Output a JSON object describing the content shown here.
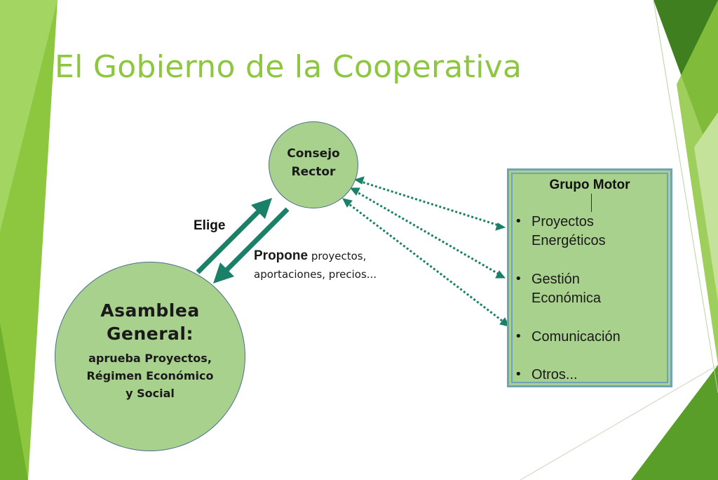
{
  "slide": {
    "title": "El Gobierno de la Cooperativa"
  },
  "diagram": {
    "consejo": {
      "line1": "Consejo",
      "line2": "Rector"
    },
    "asamblea": {
      "head1": "Asamblea",
      "head2": "General:",
      "sub1": "aprueba Proyectos,",
      "sub2": "Régimen Económico",
      "sub3": "y Social"
    },
    "elige_label": "Elige",
    "propone": {
      "bold": "Propone",
      "rest1": " proyectos,",
      "rest2": "aportaciones, precios..."
    },
    "grupo_motor": {
      "title": "Grupo Motor",
      "items": [
        {
          "line1": "Proyectos",
          "line2": "Energéticos"
        },
        {
          "line1": "Gestión",
          "line2": "Económica"
        },
        {
          "line1": "Comunicación"
        },
        {
          "line1": "Otros..."
        }
      ]
    }
  },
  "colors": {
    "title_green": "#8dc63f",
    "node_fill": "#a9d18e",
    "arrow_teal": "#1a8068",
    "deco_green_light": "#8dc63f",
    "deco_green_dark": "#3f7f1f"
  }
}
